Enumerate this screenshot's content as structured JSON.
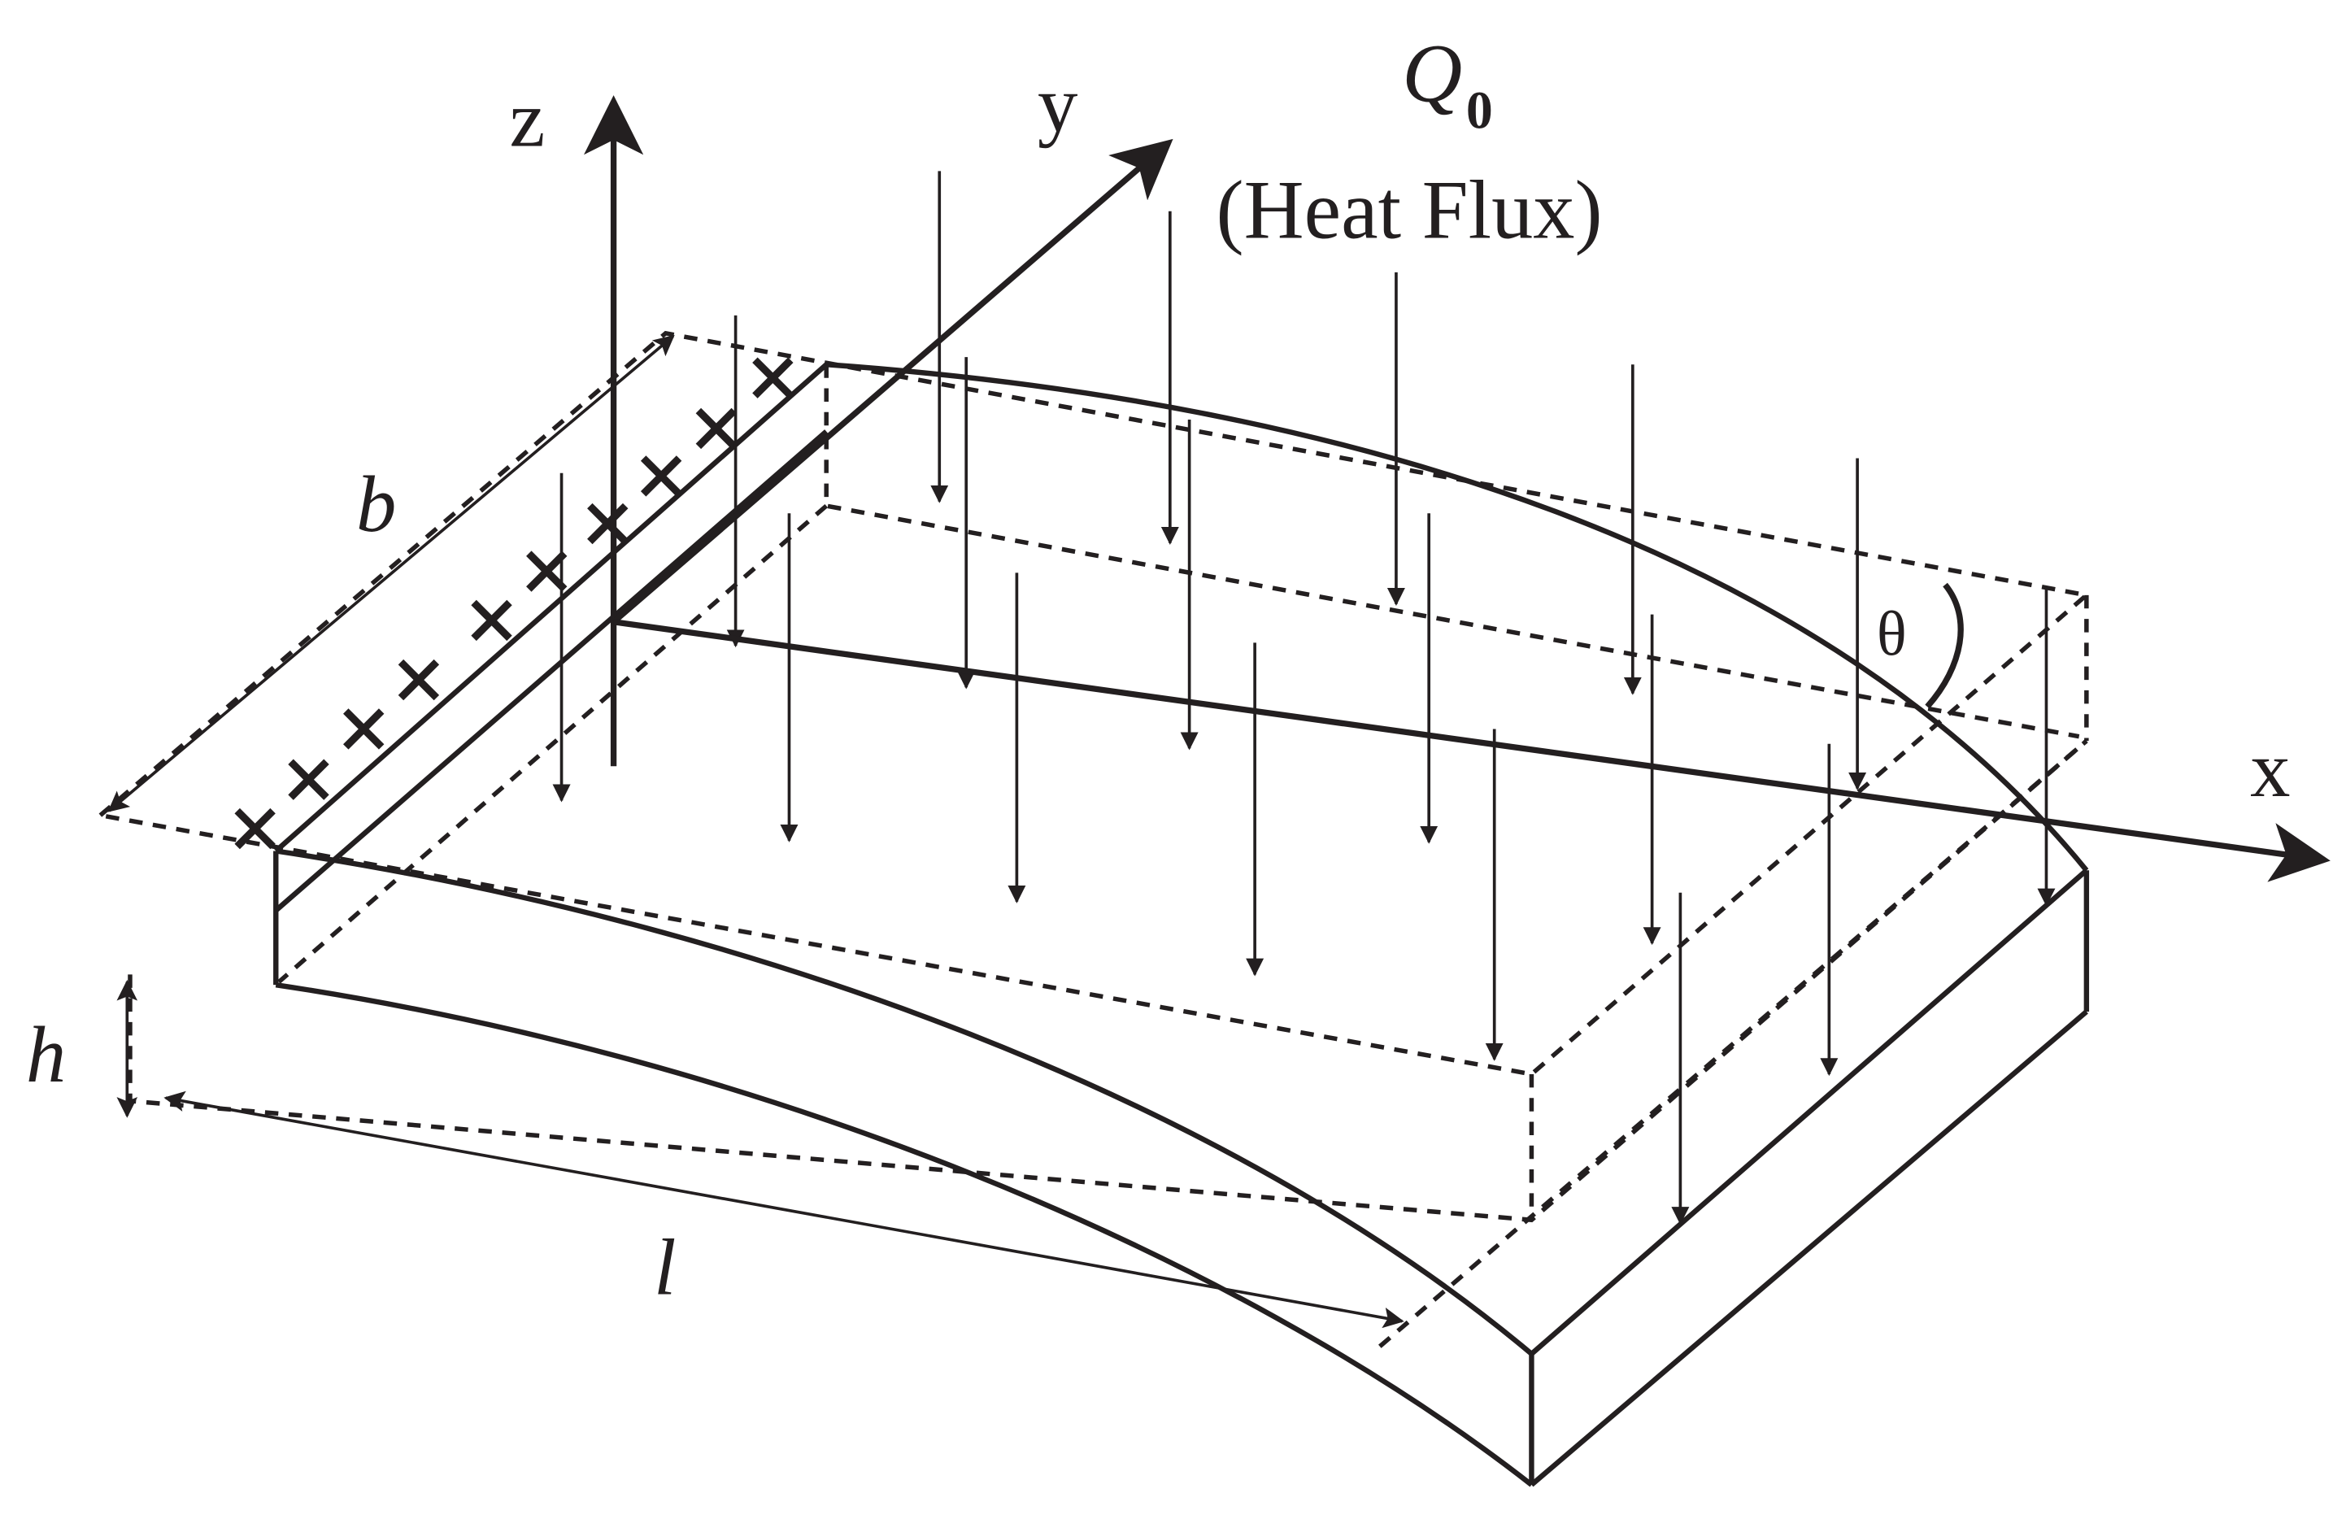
{
  "labels": {
    "z_axis": "z",
    "y_axis": "y",
    "x_axis": "x",
    "heat_symbol": "Q",
    "heat_subscript": "0",
    "heat_caption": "(Heat Flux)",
    "width_dim": "b",
    "height_dim": "h",
    "length_dim": "l",
    "deflection_angle": "θ"
  },
  "colors": {
    "ink": "#231f20",
    "background": "#ffffff"
  }
}
